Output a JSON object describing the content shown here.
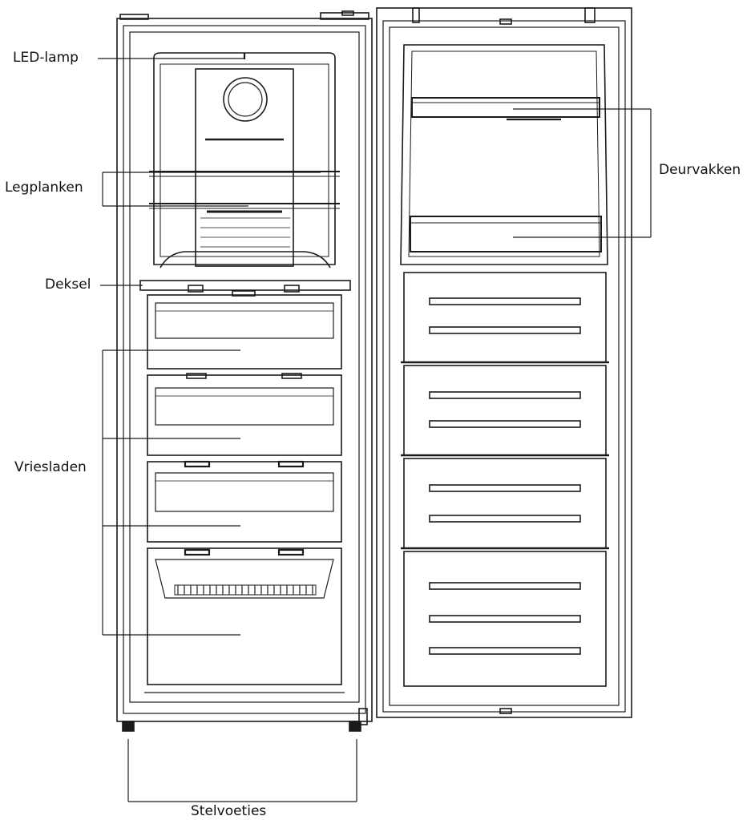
{
  "labels": {
    "led_lamp": "LED-lamp",
    "shelves": "Legplanken",
    "cover": "Deksel",
    "freezer_drawers": "Vriesladen",
    "door_shelves": "Deurvakken",
    "feet": "Stelvoeties"
  },
  "colors": {
    "line": "#1a1a1a",
    "fill": "#ffffff",
    "shade": "#eeeeee"
  }
}
